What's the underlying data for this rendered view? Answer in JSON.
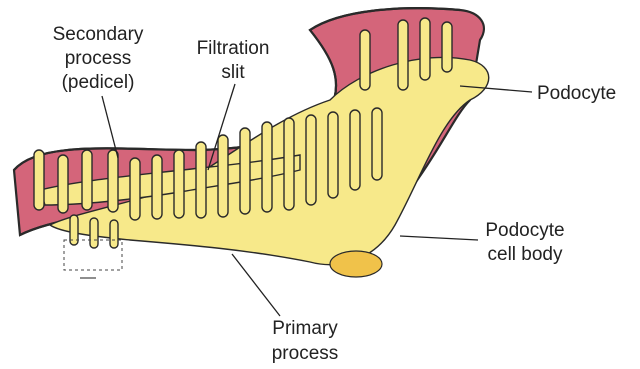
{
  "labels": {
    "secondary_process_line1": "Secondary",
    "secondary_process_line2": "process",
    "secondary_process_line3": "(pedicel)",
    "filtration_slit_line1": "Filtration",
    "filtration_slit_line2": "slit",
    "podocyte": "Podocyte",
    "cell_body_line1": "Podocyte",
    "cell_body_line2": "cell body",
    "primary_process_line1": "Primary",
    "primary_process_line2": "process"
  },
  "colors": {
    "capillary": "#d4657a",
    "podocyte": "#f7e98a",
    "nucleus": "#f0c24a",
    "outline": "#2a2a2a"
  }
}
